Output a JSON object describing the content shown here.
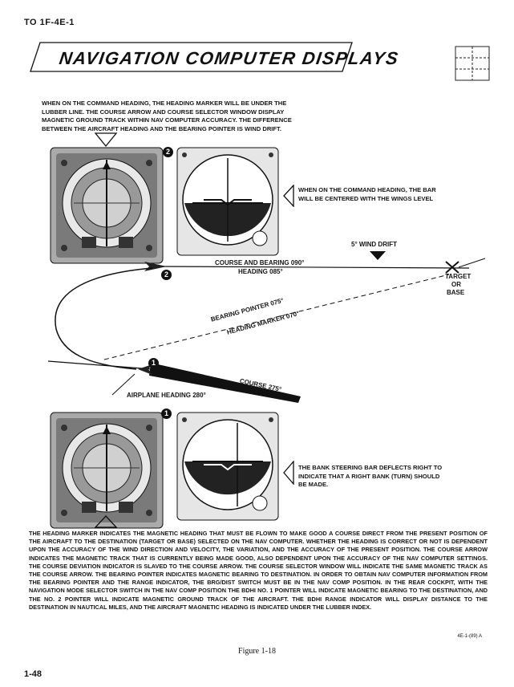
{
  "header": {
    "doc_id": "TO 1F-4E-1"
  },
  "title": "NAVIGATION COMPUTER DISPLAYS",
  "intro_note": "WHEN ON THE COMMAND HEADING, THE HEADING MARKER WILL BE UNDER THE LUBBER LINE. THE COURSE ARROW AND COURSE SELECTOR WINDOW DISPLAY MAGNETIC GROUND TRACK WITHIN NAV COMPUTER ACCURACY. THE DIFFERENCE BETWEEN THE AIRCRAFT HEADING AND THE BEARING POINTER IS WIND DRIFT.",
  "callout_2": "2",
  "callout_1": "1",
  "adi_note_top": "WHEN ON THE COMMAND HEADING, THE BAR WILL BE CENTERED WITH THE WINGS LEVEL",
  "adi_note_bottom": "THE BANK STEERING BAR DEFLECTS RIGHT TO INDICATE THAT A RIGHT BANK (TURN) SHOULD BE MADE.",
  "labels": {
    "wind_drift": "5° WIND DRIFT",
    "course_and_bearing": "COURSE AND BEARING 090°",
    "heading_top": "HEADING 085°",
    "target": "TARGET",
    "or": "OR",
    "base": "BASE",
    "bearing_pointer": "BEARING POINTER 075°",
    "heading_marker": "HEADING MARKER 070°",
    "course": "COURSE 275°",
    "airplane_heading": "AIRPLANE HEADING 280°"
  },
  "body_text": "THE HEADING MARKER INDICATES THE MAGNETIC HEADING THAT MUST BE FLOWN TO MAKE GOOD A COURSE DIRECT FROM THE PRESENT POSITION OF THE AIRCRAFT TO THE DESTINATION (TARGET OR BASE) SELECTED ON THE NAV COMPUTER. WHETHER THE HEADING IS CORRECT OR NOT IS DEPENDENT UPON THE ACCURACY OF THE WIND DIRECTION AND VELOCITY, THE VARIATION, AND THE ACCURACY OF THE PRESENT POSITION. THE COURSE ARROW INDICATES THE MAGNETIC TRACK THAT IS CURRENTLY BEING MADE GOOD, ALSO DEPENDENT UPON THE ACCURACY OF THE NAV COMPUTER SETTINGS. THE COURSE DEVIATION INDICATOR IS SLAVED TO THE COURSE ARROW. THE COURSE SELECTOR WINDOW WILL INDICATE THE SAME MAGNETIC TRACK AS THE COURSE ARROW. THE BEARING POINTER INDICATES MAGNETIC BEARING TO DESTINATION. IN ORDER TO OBTAIN NAV COMPUTER INFORMATION FROM THE BEARING POINTER AND THE RANGE INDICATOR, THE BRG/DIST SWITCH MUST BE IN THE NAV COMP POSITION. IN THE REAR COCKPIT, WITH THE NAVIGATION MODE SELECTOR SWITCH IN THE NAV COMP POSITION THE BDHI NO. 1 POINTER WILL INDICATE MAGNETIC BEARING TO THE DESTINATION, AND THE NO. 2 POINTER WILL INDICATE MAGNETIC GROUND TRACK OF THE AIRCRAFT. THE BDHI RANGE INDICATOR WILL DISPLAY DISTANCE TO THE DESTINATION IN NAUTICAL MILES, AND THE AIRCRAFT MAGNETIC HEADING IS INDICATED UNDER THE LUBBER INDEX.",
  "figure_code": "4E-1-(89) A",
  "figure_caption": "Figure 1-18",
  "page_number": "1-48"
}
